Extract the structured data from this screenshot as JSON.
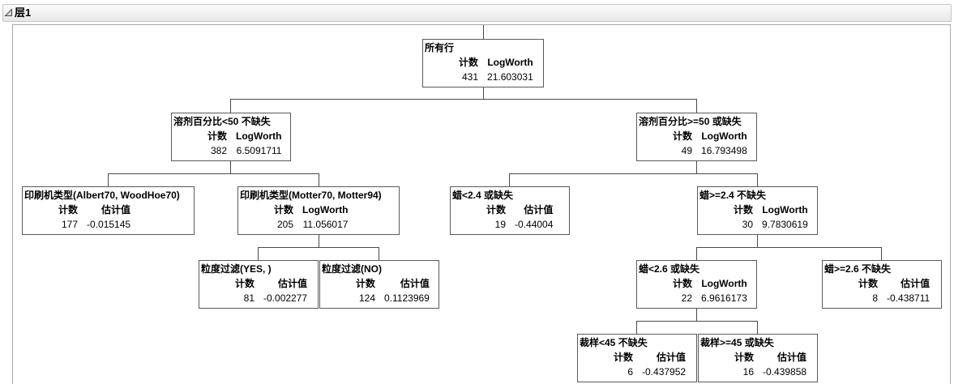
{
  "report": {
    "title": "层1",
    "icon": "disclosure-open-icon"
  },
  "tree": {
    "nodes": [
      {
        "label": "所有行",
        "count_header": "计数",
        "stat_header": "LogWorth",
        "count": "431",
        "stat": "21.603031"
      },
      {
        "label": "溶剂百分比<50 不缺失",
        "count_header": "计数",
        "stat_header": "LogWorth",
        "count": "382",
        "stat": "6.5091711"
      },
      {
        "label": "溶剂百分比>=50 或缺失",
        "count_header": "计数",
        "stat_header": "LogWorth",
        "count": "49",
        "stat": "16.793498"
      },
      {
        "label": "印刷机类型(Albert70, WoodHoe70)",
        "count_header": "计数",
        "stat_header": "估计值",
        "count": "177",
        "stat": "-0.015145"
      },
      {
        "label": "印刷机类型(Motter70, Motter94)",
        "count_header": "计数",
        "stat_header": "LogWorth",
        "count": "205",
        "stat": "11.056017"
      },
      {
        "label": "蜡<2.4 或缺失",
        "count_header": "计数",
        "stat_header": "估计值",
        "count": "19",
        "stat": "-0.44004"
      },
      {
        "label": "蜡>=2.4 不缺失",
        "count_header": "计数",
        "stat_header": "LogWorth",
        "count": "30",
        "stat": "9.7830619"
      },
      {
        "label": "粒度过滤(YES, )",
        "count_header": "计数",
        "stat_header": "估计值",
        "count": "81",
        "stat": "-0.002277"
      },
      {
        "label": "粒度过滤(NO)",
        "count_header": "计数",
        "stat_header": "估计值",
        "count": "124",
        "stat": "0.1123969"
      },
      {
        "label": "蜡<2.6 或缺失",
        "count_header": "计数",
        "stat_header": "LogWorth",
        "count": "22",
        "stat": "6.9616173"
      },
      {
        "label": "蜡>=2.6 不缺失",
        "count_header": "计数",
        "stat_header": "估计值",
        "count": "8",
        "stat": "-0.438711"
      },
      {
        "label": "裁样<45 不缺失",
        "count_header": "计数",
        "stat_header": "估计值",
        "count": "6",
        "stat": "-0.437952"
      },
      {
        "label": "裁样>=45 或缺失",
        "count_header": "计数",
        "stat_header": "估计值",
        "count": "16",
        "stat": "-0.439858"
      }
    ]
  }
}
